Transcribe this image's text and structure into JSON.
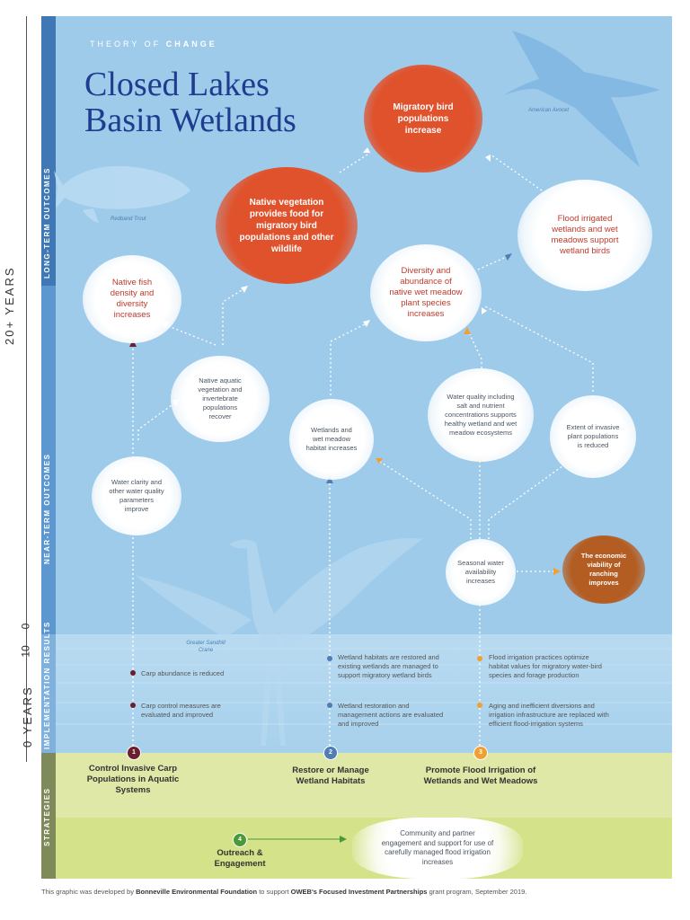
{
  "header": {
    "kicker_prefix": "THEORY OF",
    "kicker_emphasis": "CHANGE",
    "title_line1": "Closed Lakes",
    "title_line2": "Basin Wetlands"
  },
  "timeline": {
    "top_label": "20+ YEARS",
    "mid_number": "0",
    "low_number": "10",
    "bottom_label": "0 YEARS"
  },
  "sections": {
    "long_term": "LONG-TERM OUTCOMES",
    "near_term": "NEAR-TERM OUTCOMES",
    "implementation": "IMPLEMENTATION RESULTS",
    "strategies": "STRATEGIES"
  },
  "animals": {
    "avocet": "American Avocet",
    "trout": "Redband Trout",
    "crane": "Greater Sandhill Crane"
  },
  "long_term_outcomes": {
    "migratory_birds": "Migratory bird populations increase",
    "native_vegetation": "Native vegetation provides food for migratory bird populations and other wildlife",
    "flood_irrigated": "Flood irrigated wetlands and wet meadows support wetland birds",
    "native_fish": "Native fish density and diversity increases",
    "diversity_plants": "Diversity and abundance of native wet meadow plant species increases"
  },
  "near_term_outcomes": {
    "aquatic_vegetation": "Native aquatic vegetation and invertebrate populations recover",
    "wetland_habitat": "Wetlands and wet meadow habitat increases",
    "water_quality": "Water quality including salt and nutrient concentrations supports healthy wetland and wet meadow ecosystems",
    "invasive": "Extent of invasive plant populations is reduced",
    "water_clarity": "Water clarity and other water quality parameters improve",
    "seasonal_water": "Seasonal water availability increases",
    "economic": "The economic viability of ranching improves"
  },
  "implementation_results": {
    "s1_a": "Carp abundance is reduced",
    "s1_b": "Carp control measures are evaluated and improved",
    "s2_a": "Wetland habitats are restored and existing wetlands are managed to support migratory wetland birds",
    "s2_b": "Wetland restoration and management actions are evaluated and improved",
    "s3_a": "Flood irrigation practices optimize habitat values for migratory water-bird species and forage production",
    "s3_b": "Aging and inefficient diversions and irrigation infrastructure are replaced with efficient flood-irrigation systems"
  },
  "strategies": [
    {
      "number": "1",
      "label": "Control Invasive Carp Populations in Aquatic Systems",
      "color": "#6b1e2e"
    },
    {
      "number": "2",
      "label": "Restore or Manage Wetland Habitats",
      "color": "#4f7db4"
    },
    {
      "number": "3",
      "label": "Promote Flood Irrigation of Wetlands and Wet Meadows",
      "color": "#f0a030"
    },
    {
      "number": "4",
      "label": "Outreach & Engagement",
      "color": "#4a9a3a"
    }
  ],
  "outreach_outcome": "Community and partner engagement and support for use of carefully managed flood irrigation increases",
  "footer": {
    "pre": "This graphic was developed by",
    "org": "Bonneville Environmental Foundation",
    "mid": "to support",
    "program": "OWEB's Focused Investment Partnerships",
    "post": "grant program, September 2019."
  },
  "colors": {
    "sky": "#9fcbea",
    "title_blue": "#1f3c8f",
    "outcome_orange": "#e0522c",
    "outcome_red_text": "#c0392b",
    "economic_brown": "#b35d22",
    "strategy_green": "#dfe8a6",
    "outreach_green": "#d4e28a"
  }
}
